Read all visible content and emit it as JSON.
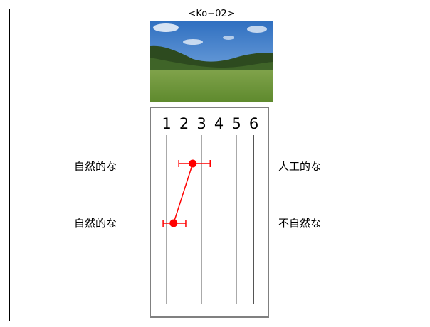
{
  "image_title": "<Ko−02>",
  "chart_data": {
    "type": "scatter",
    "scale_ticks": [
      "1",
      "2",
      "3",
      "4",
      "5",
      "6"
    ],
    "xlim": [
      1,
      6
    ],
    "items": [
      {
        "left_label": "自然的な",
        "right_label": "人工的な",
        "mean": 2.5,
        "err_low": 1.7,
        "err_high": 3.5
      },
      {
        "left_label": "自然的な",
        "right_label": "不自然な",
        "mean": 1.4,
        "err_low": 0.8,
        "err_high": 2.1
      }
    ],
    "connected": true,
    "marker_color": "#ff0000",
    "grid": true
  }
}
